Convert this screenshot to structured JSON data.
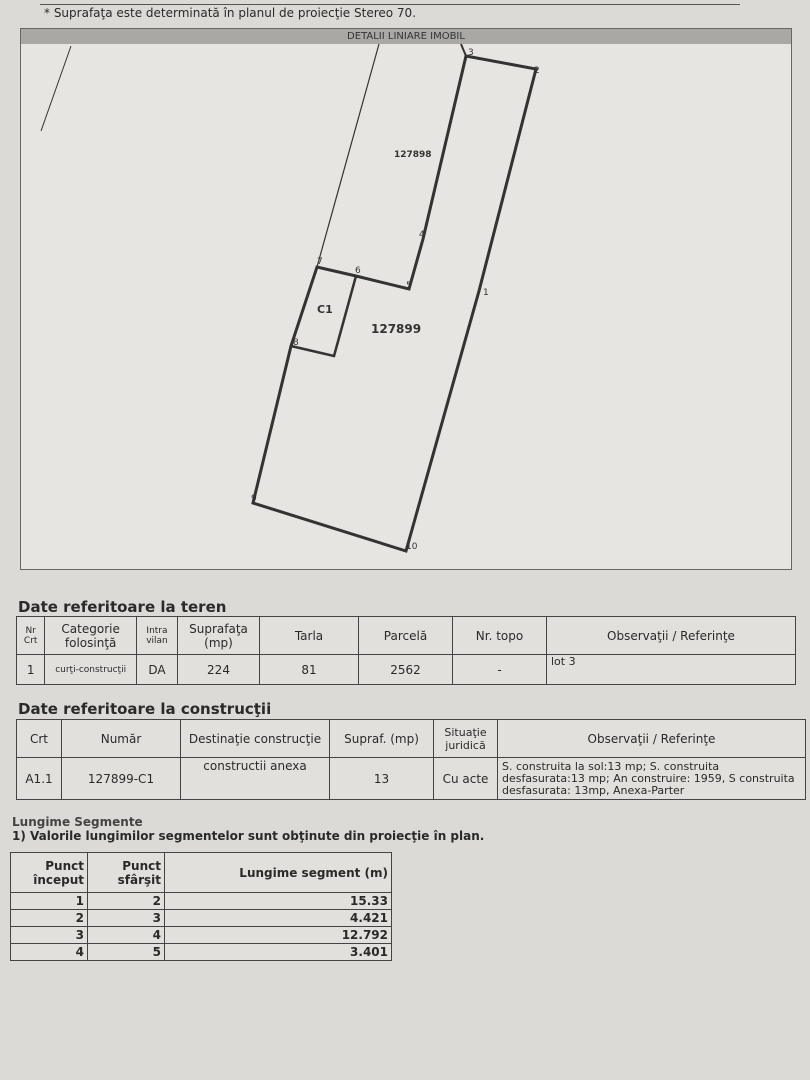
{
  "note": "* Suprafaţa este determinată în planul de proiecţie Stereo 70.",
  "plan": {
    "header": "DETALII LINIARE IMOBIL",
    "parcel_neighbor": "127898",
    "parcel": "127899",
    "building": "C1",
    "points": [
      "1",
      "2",
      "3",
      "4",
      "5",
      "6",
      "7",
      "8",
      "9",
      "10"
    ]
  },
  "teren": {
    "title": "Date referitoare la teren",
    "headers": [
      "Nr Crt",
      "Categorie folosinţă",
      "Intra vilan",
      "Suprafaţa (mp)",
      "Tarla",
      "Parcelă",
      "Nr. topo",
      "Observaţii / Referinţe"
    ],
    "row": [
      "1",
      "curţi-construcţii",
      "DA",
      "224",
      "81",
      "2562",
      "-",
      "lot 3"
    ]
  },
  "constructii": {
    "title": "Date referitoare la construcţii",
    "headers": [
      "Crt",
      "Număr",
      "Destinaţie construcţie",
      "Supraf. (mp)",
      "Situaţie juridică",
      "Observaţii / Referinţe"
    ],
    "row": [
      "A1.1",
      "127899-C1",
      "constructii anexa",
      "13",
      "Cu acte",
      "S. construita la sol:13 mp; S. construita desfasurata:13 mp; An construire: 1959, S construita desfasurata: 13mp, Anexa-Parter"
    ]
  },
  "segmente": {
    "title": "Lungime Segmente",
    "subtitle": "1) Valorile lungimilor segmentelor sunt obţinute din proiecţie în plan.",
    "headers": [
      "Punct început",
      "Punct sfârşit",
      "Lungime segment (m)"
    ],
    "rows": [
      [
        "1",
        "2",
        "15.33"
      ],
      [
        "2",
        "3",
        "4.421"
      ],
      [
        "3",
        "4",
        "12.792"
      ],
      [
        "4",
        "5",
        "3.401"
      ]
    ]
  }
}
